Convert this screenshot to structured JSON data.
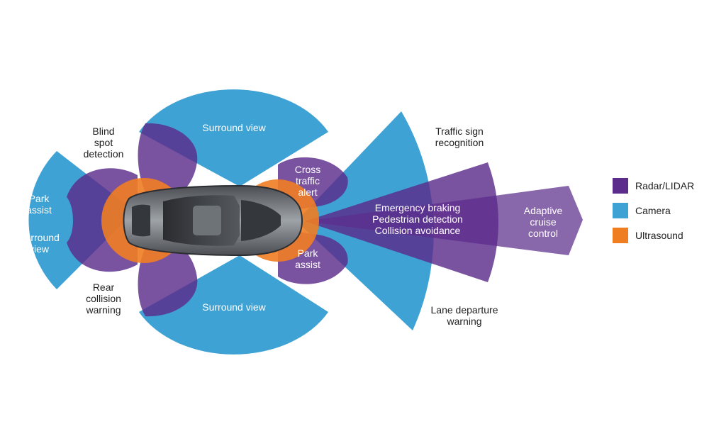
{
  "colors": {
    "radar": "#5b2c8b",
    "camera": "#3ea2d4",
    "ultrasound": "#ef7d22"
  },
  "labels": {
    "blind_spot": [
      "Blind",
      "spot",
      "detection"
    ],
    "surround_top": [
      "Surround view"
    ],
    "surround_bottom": [
      "Surround view"
    ],
    "traffic_sign": [
      "Traffic sign",
      "recognition"
    ],
    "park_assist_rear": [
      "Park",
      "assist"
    ],
    "surround_rear": [
      "Surround",
      "view"
    ],
    "rear_collision": [
      "Rear",
      "collision",
      "warning"
    ],
    "cross_traffic": [
      "Cross",
      "traffic",
      "alert"
    ],
    "park_assist_front": [
      "Park",
      "assist"
    ],
    "front_radar": [
      "Emergency braking",
      "Pedestrian detection",
      "Collision avoidance"
    ],
    "adaptive_cruise": [
      "Adaptive",
      "cruise",
      "control"
    ],
    "lane_departure": [
      "Lane departure",
      "warning"
    ]
  },
  "legend": [
    {
      "label": "Radar/LIDAR",
      "color": "#5b2c8b"
    },
    {
      "label": "Camera",
      "color": "#3ea2d4"
    },
    {
      "label": "Ultrasound",
      "color": "#ef7d22"
    }
  ],
  "icons": {
    "car": "car-top-view-icon"
  }
}
